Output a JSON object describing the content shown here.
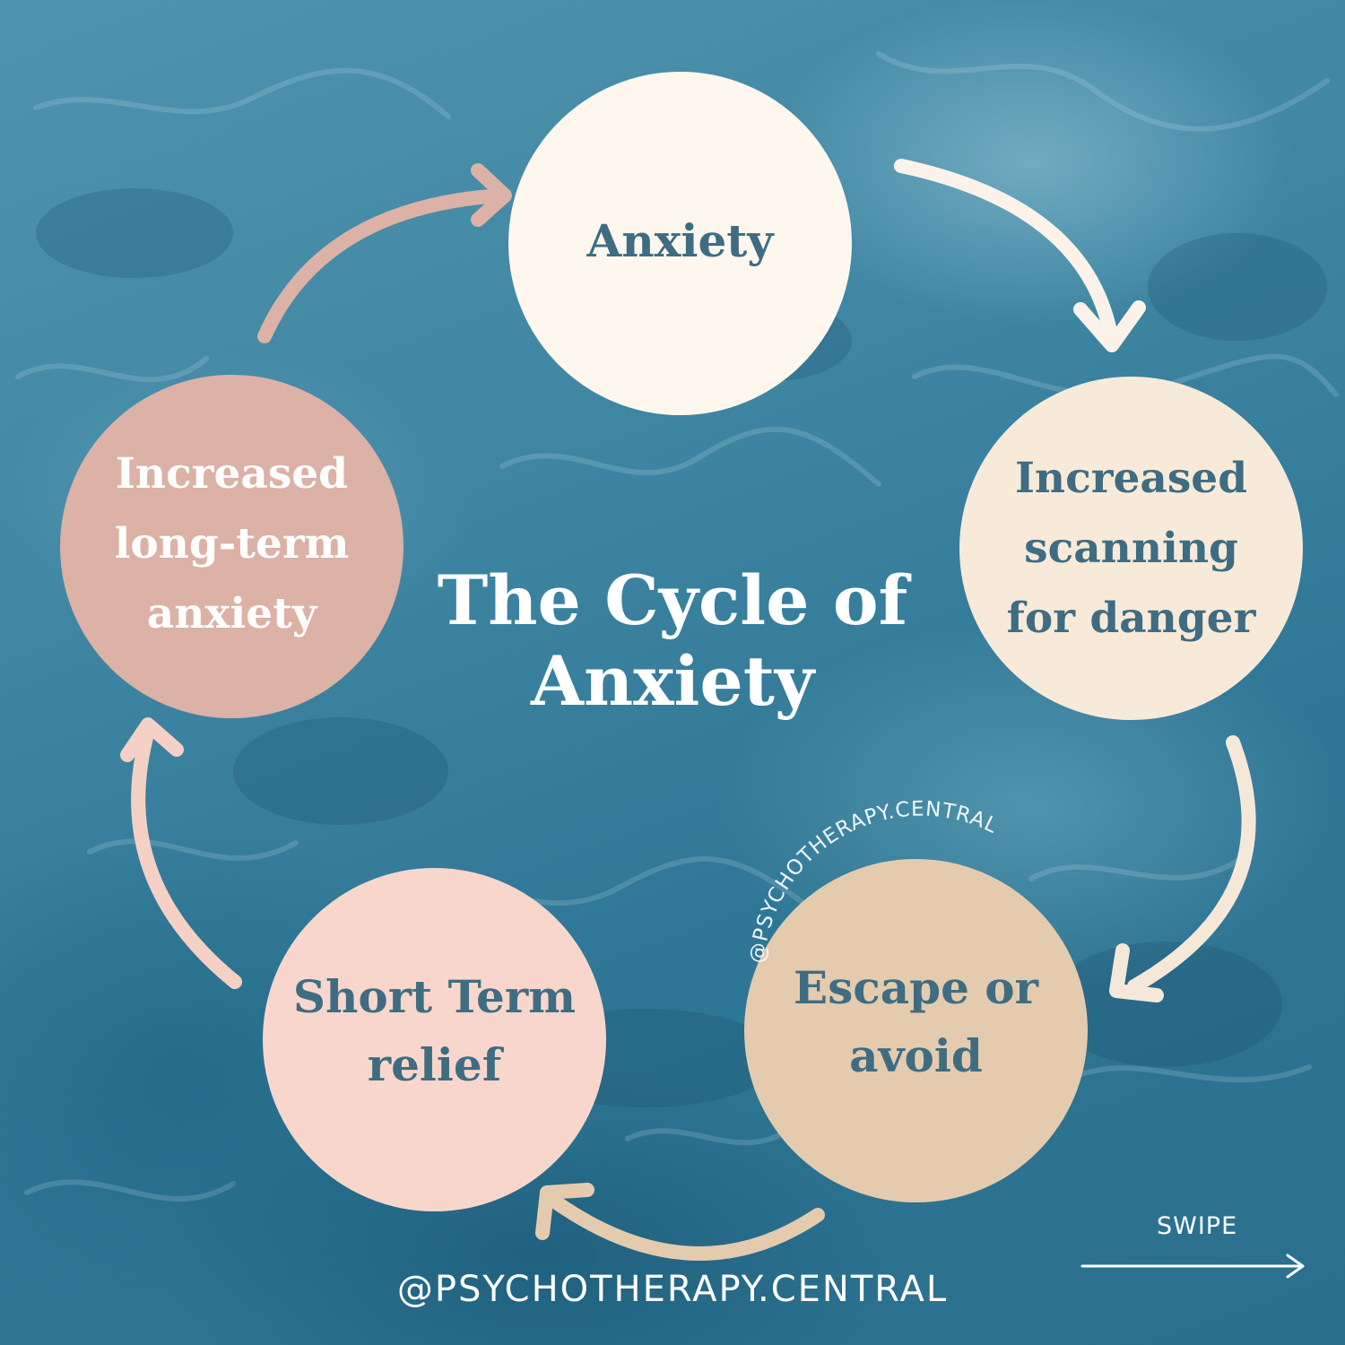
{
  "diagram": {
    "title": "The Cycle of\nAnxiety",
    "nodes": [
      {
        "id": "anxiety",
        "label": "Anxiety",
        "fill": "#fdf7ee",
        "text_color": "#3e6d83"
      },
      {
        "id": "scanning",
        "label": "Increased\nscanning\nfor danger",
        "fill": "#f8ead9",
        "text_color": "#3e6d83"
      },
      {
        "id": "escape",
        "label": "Escape or\navoid",
        "fill": "#e4cbae",
        "text_color": "#3e6d83"
      },
      {
        "id": "relief",
        "label": "Short Term\nrelief",
        "fill": "#f9d6cc",
        "text_color": "#3e6d83"
      },
      {
        "id": "longterm",
        "label": "Increased\nlong-term\nanxiety",
        "fill": "#dcb1a6",
        "text_color": "#ffffff"
      }
    ],
    "edges": [
      {
        "from": "anxiety",
        "to": "scanning",
        "color": "#fbf3ea"
      },
      {
        "from": "scanning",
        "to": "escape",
        "color": "#f6e8d8"
      },
      {
        "from": "escape",
        "to": "relief",
        "color": "#e4cbae"
      },
      {
        "from": "relief",
        "to": "longterm",
        "color": "#f5d0c5"
      },
      {
        "from": "longterm",
        "to": "anxiety",
        "color": "#dcb1a6"
      }
    ]
  },
  "watermark": "@PSYCHOTHERAPY.CENTRAL",
  "footer": {
    "handle": "@PSYCHOTHERAPY.CENTRAL",
    "swipe_label": "SWIPE"
  },
  "colors": {
    "background": "#3a7f9c",
    "text_light": "#ffffff",
    "text_dark": "#3e6d83"
  },
  "icons": {
    "swipe_arrow": "right-arrow-icon"
  }
}
